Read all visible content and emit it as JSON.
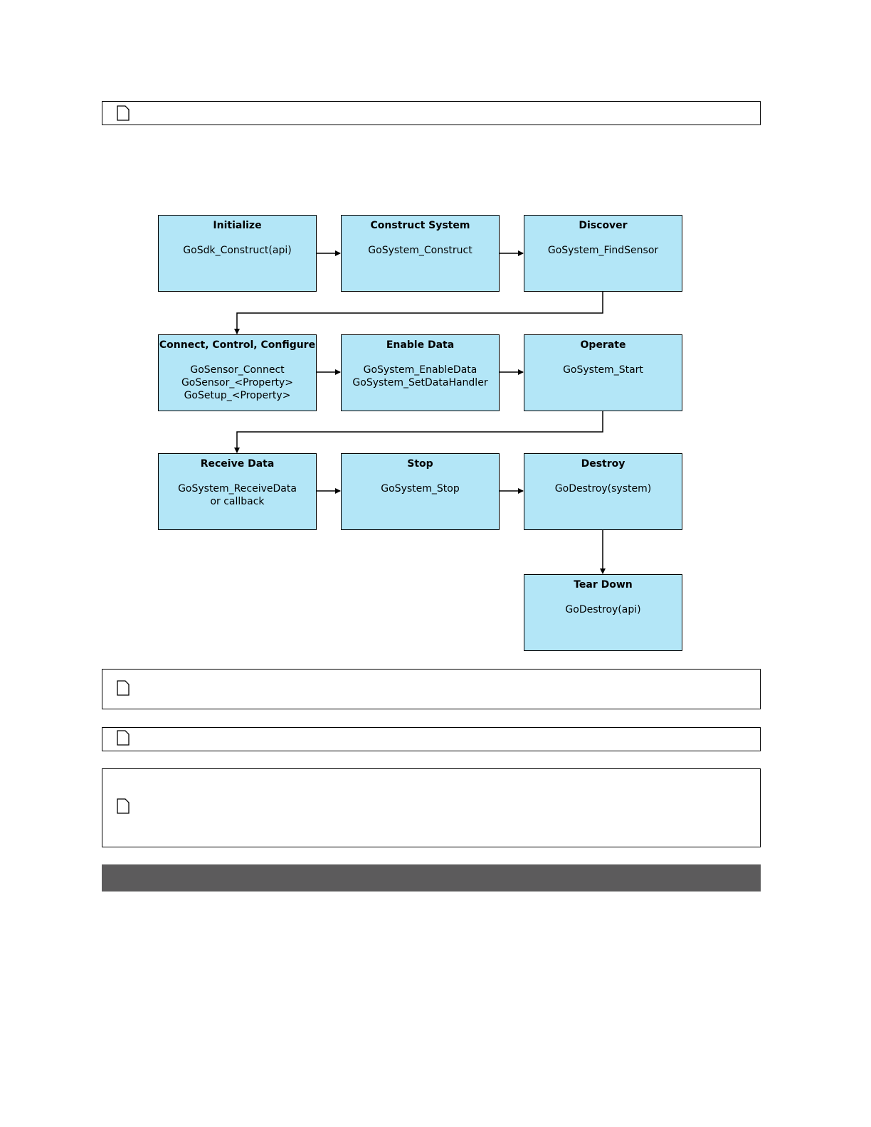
{
  "notes": [
    {
      "icon": "document-icon"
    },
    {
      "icon": "document-icon"
    },
    {
      "icon": "document-icon"
    },
    {
      "icon": "document-icon"
    }
  ],
  "colors": {
    "box_fill": "#b3e6f7",
    "box_border": "#000000",
    "footer_bar": "#5c5b5c"
  },
  "flow": {
    "steps": [
      {
        "title": "Initialize",
        "body": "GoSdk_Construct(api)"
      },
      {
        "title": "Construct System",
        "body": "GoSystem_Construct"
      },
      {
        "title": "Discover",
        "body": "GoSystem_FindSensor"
      },
      {
        "title": "Connect, Control, Configure",
        "body": "GoSensor_Connect\nGoSensor_<Property>\nGoSetup_<Property>"
      },
      {
        "title": "Enable Data",
        "body": "GoSystem_EnableData\nGoSystem_SetDataHandler"
      },
      {
        "title": "Operate",
        "body": "GoSystem_Start"
      },
      {
        "title": "Receive Data",
        "body": "GoSystem_ReceiveData\nor callback"
      },
      {
        "title": "Stop",
        "body": "GoSystem_Stop"
      },
      {
        "title": "Destroy",
        "body": "GoDestroy(system)"
      },
      {
        "title": "Tear Down",
        "body": "GoDestroy(api)"
      }
    ]
  }
}
